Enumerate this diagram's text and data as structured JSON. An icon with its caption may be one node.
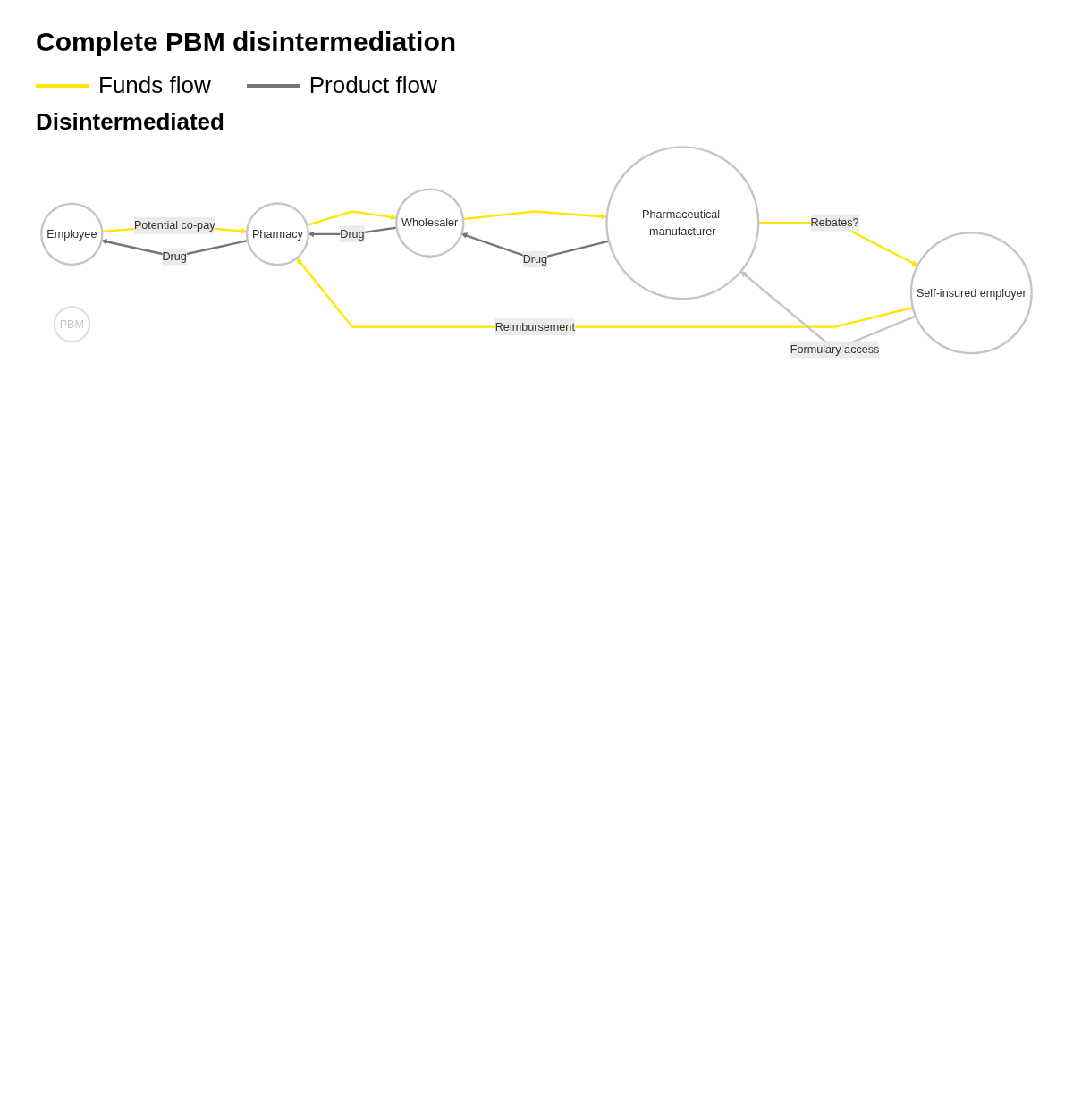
{
  "diagram": {
    "title": "Complete PBM disintermediation",
    "nodes": [
      {
        "text": [
          "Employee"
        ]
      },
      {
        "text": [
          "Pharmacy"
        ]
      },
      {
        "text": [
          "Self-insured employer"
        ]
      },
      {
        "text": [
          "PBM"
        ]
      },
      {
        "text": [
          "Pharmaceutical manufacturer"
        ]
      },
      {
        "text": [
          "Wholesaler"
        ]
      }
    ],
    "edges": [
      {
        "from": 0,
        "to": 1,
        "arrow": "to",
        "label": "Potential co-pay",
        "color": "#ffe600"
      },
      {
        "from": 1,
        "to": 0,
        "arrow": "to",
        "label": "Drug",
        "color": "#747480"
      },
      {
        "from": 2,
        "to": 1,
        "arrow": "to",
        "label": "Reimbursement",
        "color": "#ffe600"
      },
      {
        "from": 2,
        "to": 4,
        "arrow": "to",
        "label": "Formulary access",
        "color": "#c4c4cd"
      },
      {
        "from": 4,
        "to": 2,
        "arrow": "to",
        "label": "Rebates?",
        "color": "#ffe600"
      },
      {
        "from": 4,
        "to": 5,
        "arrow": "to",
        "label": "Drug",
        "color": "#747480"
      },
      {
        "from": 5,
        "to": 4,
        "arrow": "to",
        "color": "#ffe600"
      },
      {
        "from": 5,
        "to": 1,
        "arrow": "to",
        "label": "Drug",
        "color": "#747480"
      },
      {
        "from": 1,
        "to": 5,
        "arrow": "to",
        "color": "#ffe600"
      }
    ],
    "labels": [
      "Disintermediated"
    ],
    "legend": [
      {
        "text": "Funds flow"
      },
      {
        "text": "Product flow"
      }
    ]
  }
}
